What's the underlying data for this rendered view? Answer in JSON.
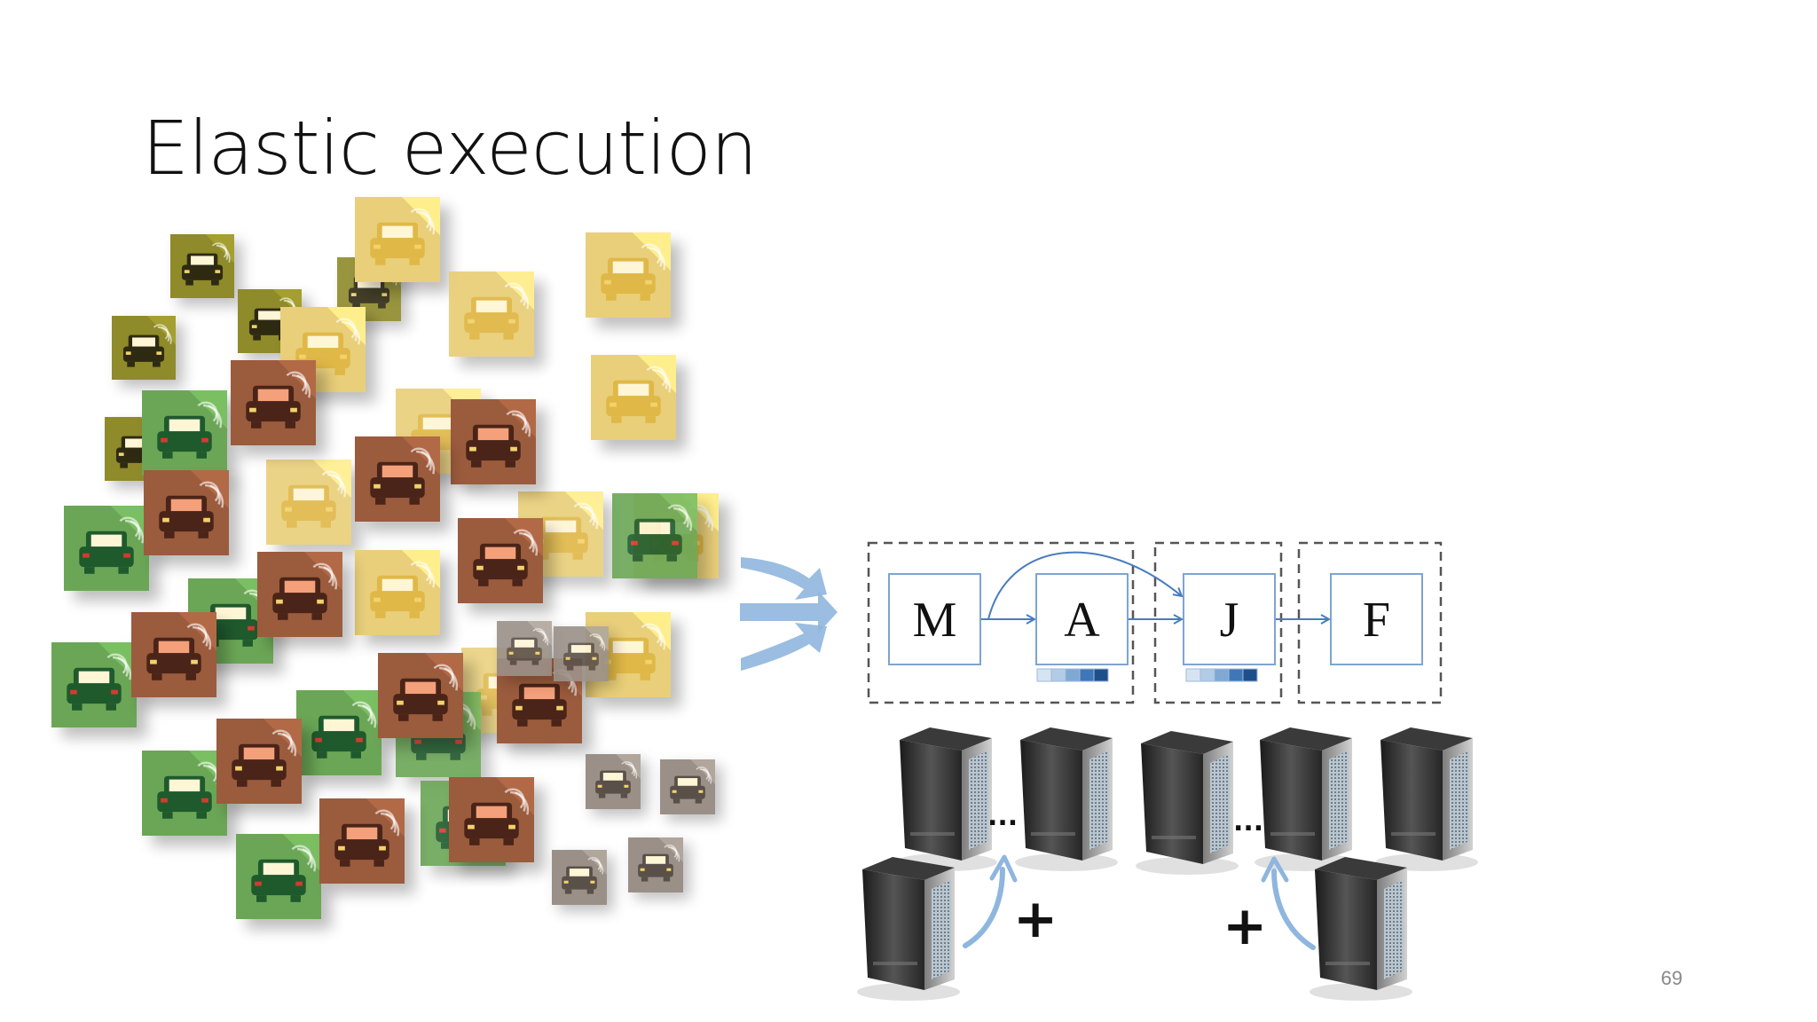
{
  "slide": {
    "title": "Elastic execution",
    "number": "69"
  },
  "pipeline": {
    "operators": [
      {
        "label": "M",
        "has_queue": false
      },
      {
        "label": "A",
        "has_queue": true
      },
      {
        "label": "J",
        "has_queue": true
      },
      {
        "label": "F",
        "has_queue": false
      }
    ],
    "queue_colors": [
      "#d6e4f2",
      "#b3cce6",
      "#7fa8d3",
      "#3f78b8",
      "#1f4f8a"
    ],
    "accent_color": "#4a7bbd",
    "arrow_color": "#8fb6de"
  },
  "servers": {
    "groups": [
      {
        "plus": "+",
        "ellipsis": "..."
      },
      {
        "plus": "+",
        "ellipsis": "..."
      }
    ]
  },
  "vehicles": {
    "palette": {
      "olive": "#8f8a2a",
      "tan": "#e9cf7a",
      "brown": "#9b5b3d",
      "green": "#6ba656",
      "gray": "#9a9088"
    }
  }
}
